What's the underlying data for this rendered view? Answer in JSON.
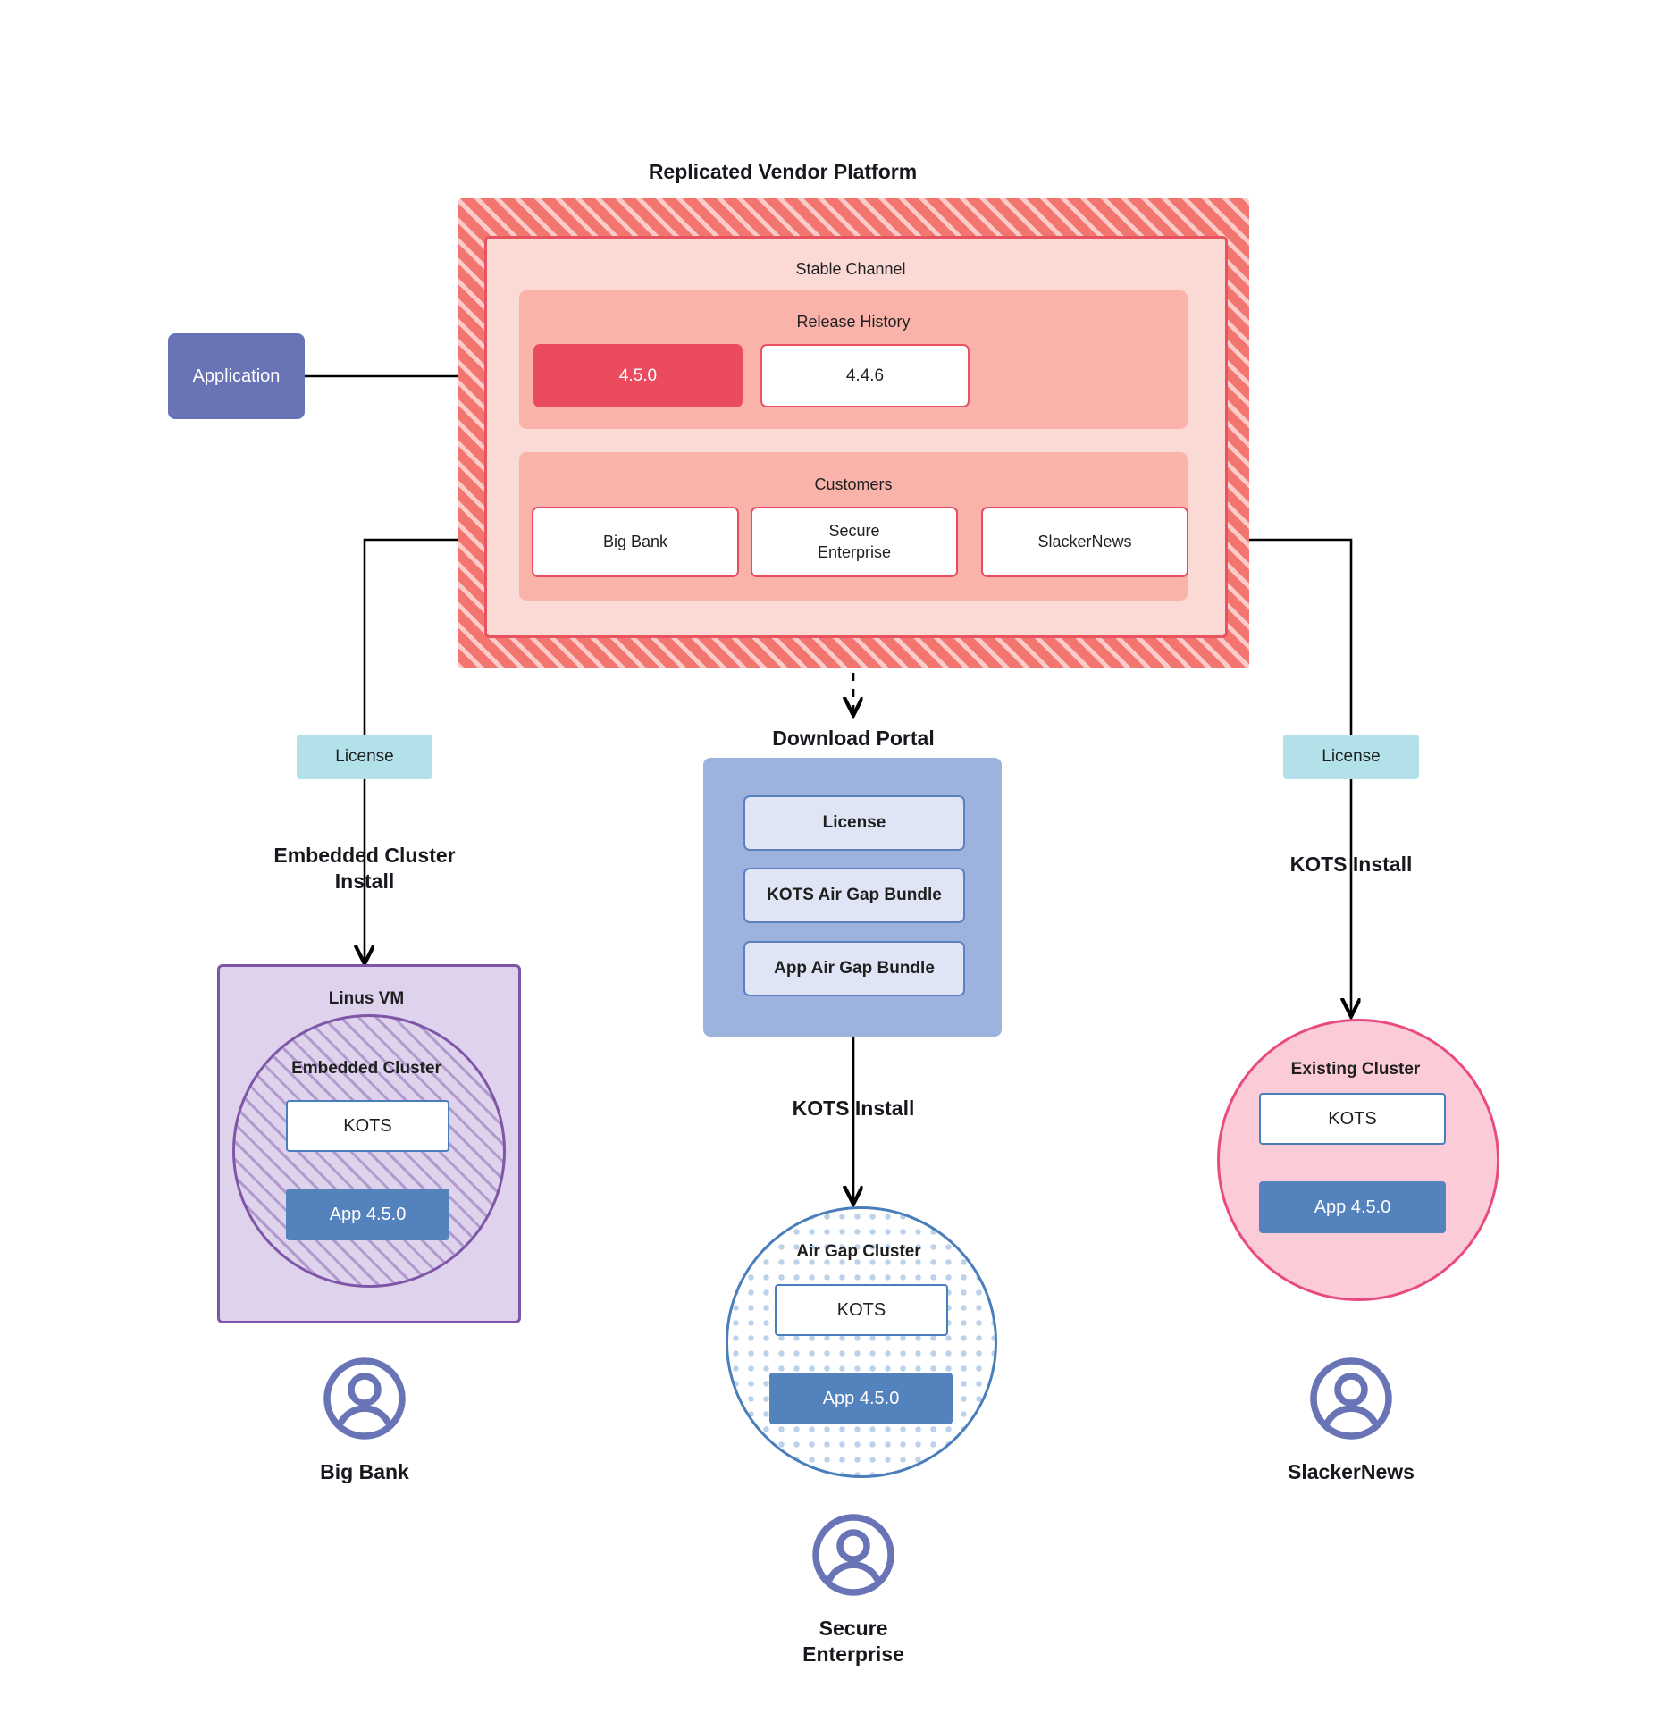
{
  "diagram": {
    "title": "Replicated Vendor Platform",
    "download_portal_title": "Download  Portal"
  },
  "application": {
    "label": "Application"
  },
  "vendor_platform": {
    "channel_title": "Stable Channel",
    "release_history": {
      "title": "Release History",
      "releases": [
        {
          "version": "4.5.0",
          "state": "current"
        },
        {
          "version": "4.4.6",
          "state": "previous"
        }
      ]
    },
    "customers": {
      "title": "Customers",
      "items": [
        {
          "name": "Big Bank"
        },
        {
          "name": "Secure\nEnterprise"
        },
        {
          "name": "SlackerNews"
        }
      ]
    }
  },
  "download_portal": {
    "items": [
      {
        "label": "License"
      },
      {
        "label": "KOTS Air Gap Bundle"
      },
      {
        "label": "App Air Gap Bundle"
      }
    ]
  },
  "licenses": {
    "left": "License",
    "right": "License"
  },
  "install_labels": {
    "left": "Embedded Cluster\nInstall",
    "center": "KOTS Install",
    "right": "KOTS Install"
  },
  "targets": [
    {
      "id": "big-bank",
      "outer_title": "Linus VM",
      "inner_title": "Embedded Cluster",
      "kots": "KOTS",
      "app": "App 4.5.0",
      "persona": "Big Bank"
    },
    {
      "id": "secure-enterprise",
      "outer_title": "",
      "inner_title": "Air Gap Cluster",
      "kots": "KOTS",
      "app": "App 4.5.0",
      "persona": "Secure\nEnterprise"
    },
    {
      "id": "slackernews",
      "outer_title": "",
      "inner_title": "Existing Cluster",
      "kots": "KOTS",
      "app": "App 4.5.0",
      "persona": "SlackerNews"
    }
  ],
  "colors": {
    "platform_hatch": "#f2766f",
    "channel_bg": "#fbdad6",
    "panel_bg": "#f9b3ab",
    "release_current": "#ea4b5f",
    "application": "#6974b6",
    "license": "#b3e1ea",
    "portal": "#9db2dc",
    "portal_item": "#dfe5f5",
    "vm": "#ded2ec",
    "vm_border": "#7e56a8",
    "airgap_border": "#4a7ebb",
    "existing_cluster": "#fbccd8",
    "existing_border": "#ea4b7f",
    "app_version": "#5382bd",
    "persona": "#6974b6"
  }
}
